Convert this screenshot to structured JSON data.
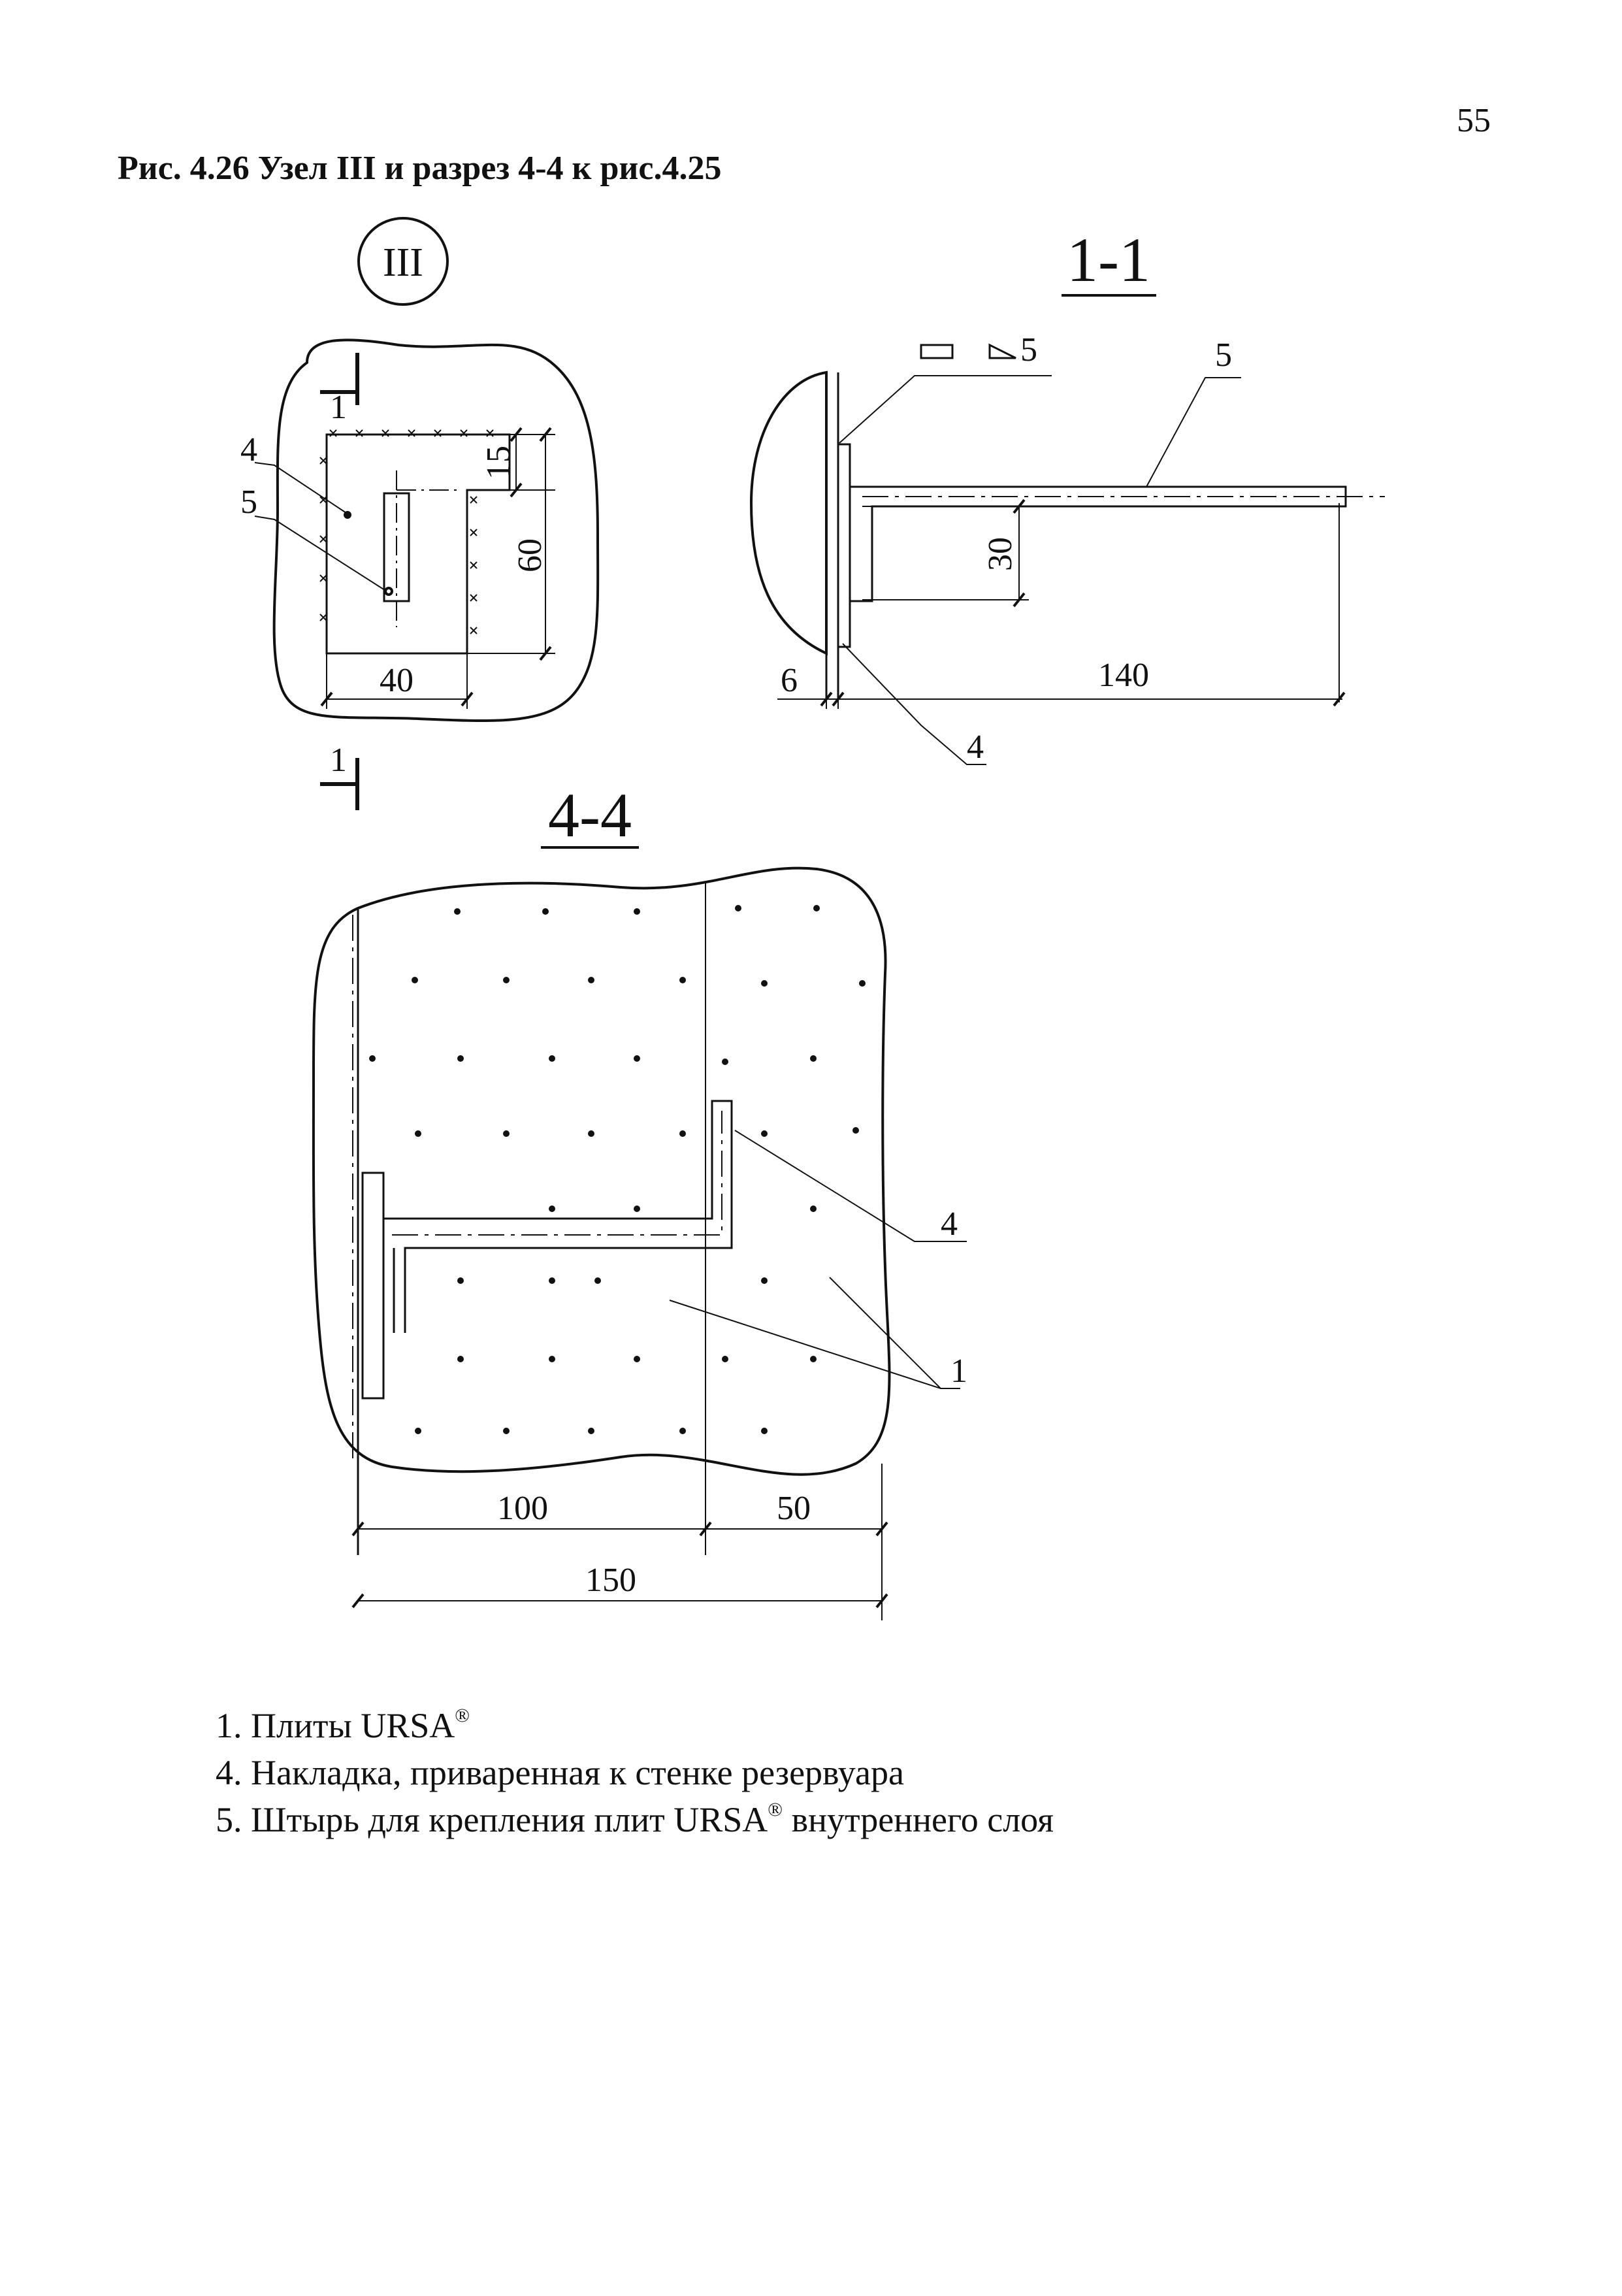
{
  "page": {
    "number": "55",
    "caption": "Рис. 4.26 Узел III и разрез 4-4 к рис.4.25"
  },
  "node_view": {
    "title": "III",
    "section_mark_top": "1",
    "section_mark_bottom": "1",
    "callout_4": "4",
    "callout_5": "5",
    "dim_15": "15",
    "dim_60": "60",
    "dim_40": "40"
  },
  "section_1_1": {
    "title": "1-1",
    "weld_callout": "5",
    "callout_5": "5",
    "callout_4": "4",
    "dim_30": "30",
    "dim_6": "6",
    "dim_140": "140"
  },
  "section_4_4": {
    "title": "4-4",
    "callout_4": "4",
    "callout_1": "1",
    "dim_100": "100",
    "dim_50": "50",
    "dim_150": "150"
  },
  "legend": [
    {
      "number": "1.",
      "text": "Плиты URSA",
      "sup": "®",
      "tail": ""
    },
    {
      "number": "4.",
      "text": "Накладка, приваренная к стенке резервуара",
      "sup": "",
      "tail": ""
    },
    {
      "number": "5.",
      "text": "Штырь для крепления плит URSA",
      "sup": "®",
      "tail": " внутреннего слоя"
    }
  ]
}
